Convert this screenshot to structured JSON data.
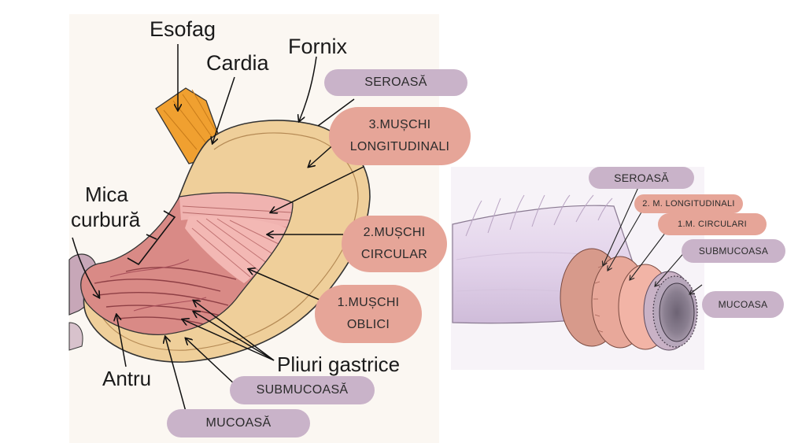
{
  "stomach": {
    "labels": {
      "esofag": "Esofag",
      "cardia": "Cardia",
      "fornix": "Fornix",
      "mica_curbura_1": "Mica",
      "mica_curbura_2": "curbură",
      "antru": "Antru",
      "pliuri": "Pliuri gastrice"
    },
    "layers": {
      "seroasa": "SEROASĂ",
      "long_1": "3.MUȘCHI",
      "long_2": "LONGITUDINALI",
      "circ_1": "2.MUȘCHI",
      "circ_2": "CIRCULAR",
      "obl_1": "1.MUȘCHI",
      "obl_2": "OBLICI",
      "submucoasa": "SUBMUCOASĂ",
      "mucoasa": "MUCOASĂ"
    }
  },
  "tube": {
    "layers": {
      "seroasa": "SEROASĂ",
      "longitudinali": "2. M. LONGITUDINALI",
      "circulari": "1.M. CIRCULARI",
      "submucoasa": "SUBMUCOASA",
      "mucoasa": "MUCOASA"
    }
  },
  "colors": {
    "pill_purple": "#c9b3c9",
    "pill_salmon": "#e6a598",
    "stomach_wall": "#efcf9a",
    "muscle": "#e8a4a2",
    "esophagus": "#f0a030",
    "tube_skin": "#e3d5ea",
    "tube_ring": "#e8a89a",
    "mucosa": "#8a7f90"
  }
}
